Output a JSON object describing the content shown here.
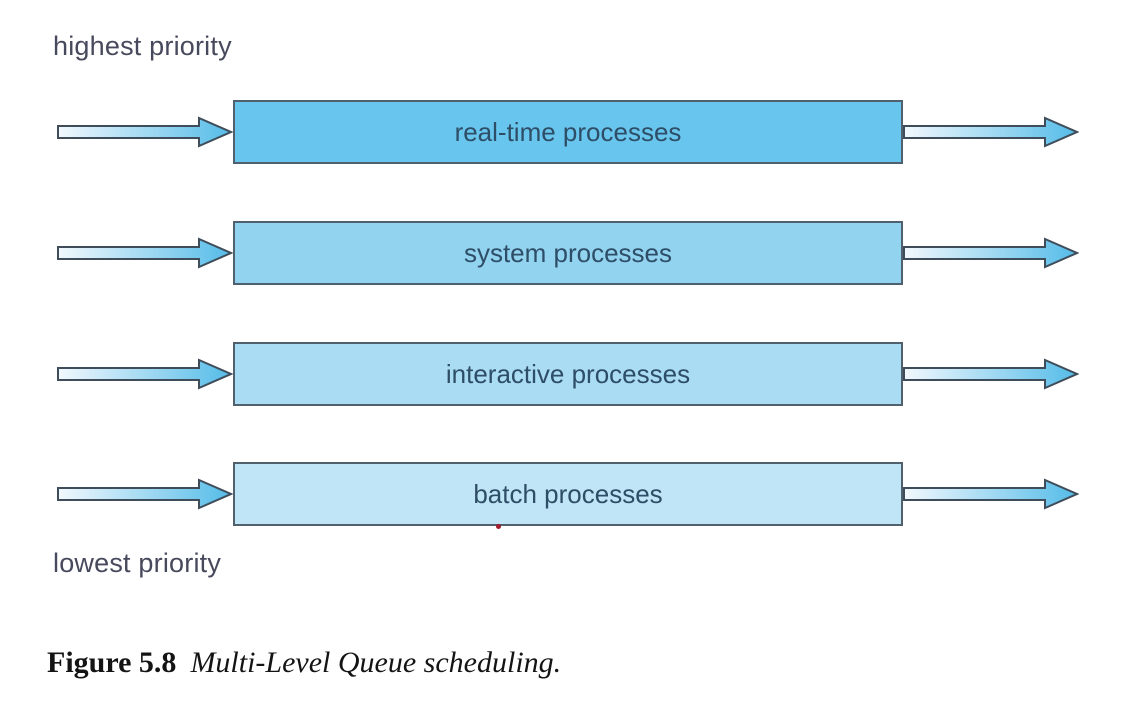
{
  "diagram": {
    "top_label": "highest priority",
    "bottom_label": "lowest priority",
    "queues": [
      {
        "label": "real-time processes",
        "fill": "#68c6ee"
      },
      {
        "label": "system processes",
        "fill": "#92d3f0"
      },
      {
        "label": "interactive processes",
        "fill": "#aaddf3"
      },
      {
        "label": "batch processes",
        "fill": "#c0e5f6"
      }
    ],
    "colors": {
      "box_border": "#50606c",
      "arrow_outline": "#3f4c59",
      "arrow_gradient_start": "#f2f8fd",
      "arrow_gradient_end": "#55bce8",
      "queue_label_text": "#2e4d66",
      "priority_label_text": "#47495c",
      "caption_text": "#141414",
      "dot": "#a11c2e",
      "background": "#ffffff"
    }
  },
  "caption": {
    "figure_number": "Figure 5.8",
    "figure_title": "Multi-Level Queue scheduling."
  }
}
